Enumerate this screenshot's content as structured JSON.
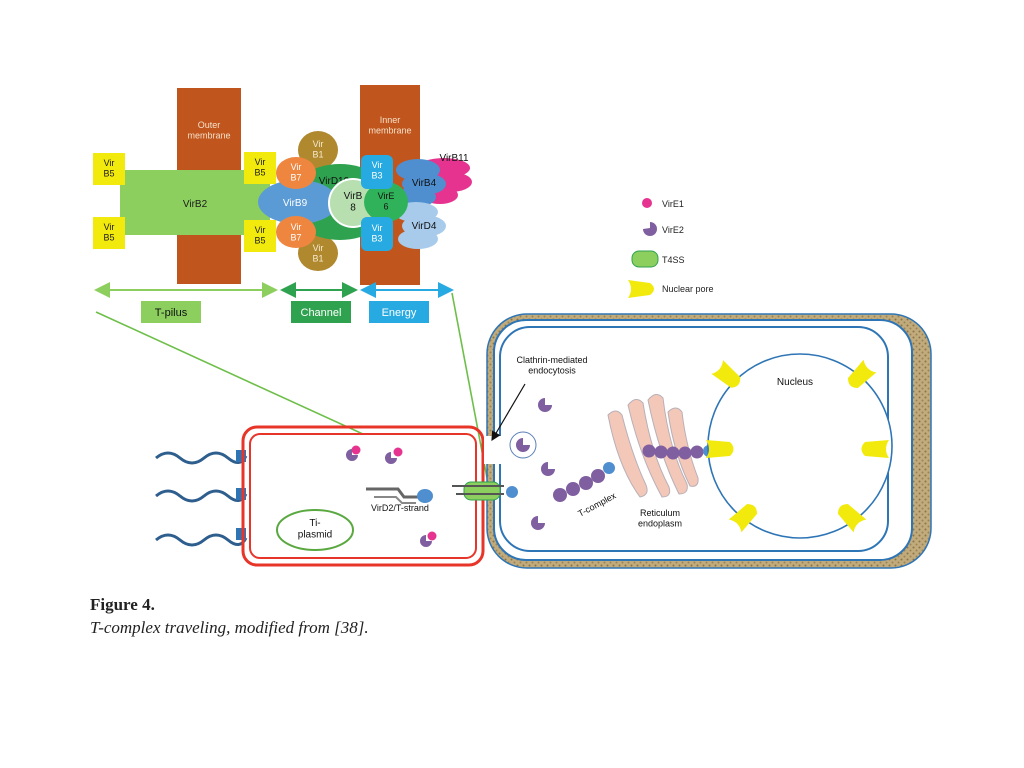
{
  "colors": {
    "membrane_brown": "#c0561e",
    "virb5_yellow": "#f2ea0c",
    "virb2_green": "#8ccf5e",
    "virb7_orange": "#ee8640",
    "virb9_blue": "#5b9bd5",
    "virb10_green": "#2fa24f",
    "virb8_light": "#b7dfb0",
    "virb1_olive": "#b0892f",
    "virb3_cyan": "#27a9e1",
    "virb4_blue": "#4f8fd0",
    "virb11_pink": "#e6338f",
    "virb6_green": "#30b25a",
    "virD4_light": "#a8cbec",
    "tpilus_green": "#8ccf5e",
    "channel_green": "#2fa24f",
    "energy_blue": "#27a9e1",
    "bacterium_red": "#e8352a",
    "cell_wall": "#b29a6a",
    "cell_blue": "#2e75b6",
    "vire1_pink": "#e6338f",
    "vire2_purple": "#7f5fa0",
    "t4ss_green": "#8ccf5e",
    "pore_yellow": "#f2ea0c",
    "er_pink": "#f3c8b8",
    "strand_gray": "#666666",
    "virD2_blue": "#4f8fd0"
  },
  "diagram": {
    "outer_membrane_label": "Outer\nmembrane",
    "inner_membrane_label": "Inner\nmembrane",
    "virb5": [
      "Vir\nB5",
      "Vir\nB5",
      "Vir\nB5",
      "Vir\nB5"
    ],
    "virb2": "VirB2",
    "virb7": [
      "Vir\nB7",
      "Vir\nB7"
    ],
    "virb1": [
      "Vir\nB1",
      "Vir\nB1"
    ],
    "virb9": "VirB9",
    "virb10": "VirD10",
    "virb8": "VirB\n8",
    "virb3": [
      "Vir\nB3",
      "Vir\nB3"
    ],
    "virb6": "VirE\n6",
    "virb4": "VirB4",
    "virb11": "VirB11",
    "virD4": "VirD4",
    "bar_tpilus": "T-pilus",
    "bar_channel": "Channel",
    "bar_energy": "Energy",
    "ti_plasmid": "Ti-\nplasmid",
    "virD2_strand": "VirD2/T-strand",
    "clathrin": "Clathrin-mediated\nendocytosis",
    "t_complex": "T-complex",
    "er": "Reticulum\nendoplasm",
    "nucleus": "Nucleus"
  },
  "legend": {
    "items": [
      {
        "icon": "vire1-icon",
        "label": "VirE1"
      },
      {
        "icon": "vire2-icon",
        "label": "VirE2"
      },
      {
        "icon": "t4ss-icon",
        "label": "T4SS"
      },
      {
        "icon": "nuclear-pore-icon",
        "label": "Nuclear pore"
      }
    ]
  },
  "caption": {
    "title": "Figure 4.",
    "text": "T-complex traveling, modified from [38]."
  }
}
